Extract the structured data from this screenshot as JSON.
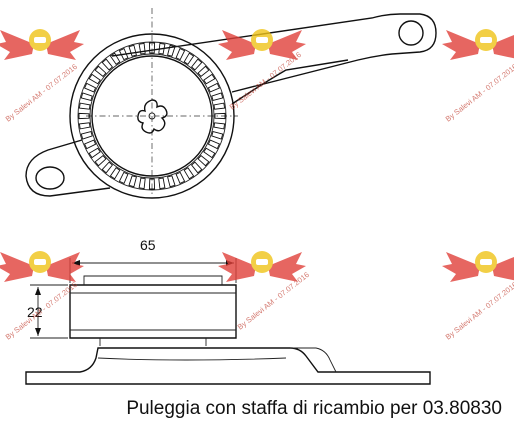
{
  "dimensions": {
    "width_label": "65",
    "height_label": "22"
  },
  "caption": "Puleggia con staffa di ricambio per 03.80830",
  "watermark": {
    "text": "By Salevi AM - 07.07.2016",
    "wing_color": "#e0403a",
    "badge_color": "#f0c419"
  }
}
